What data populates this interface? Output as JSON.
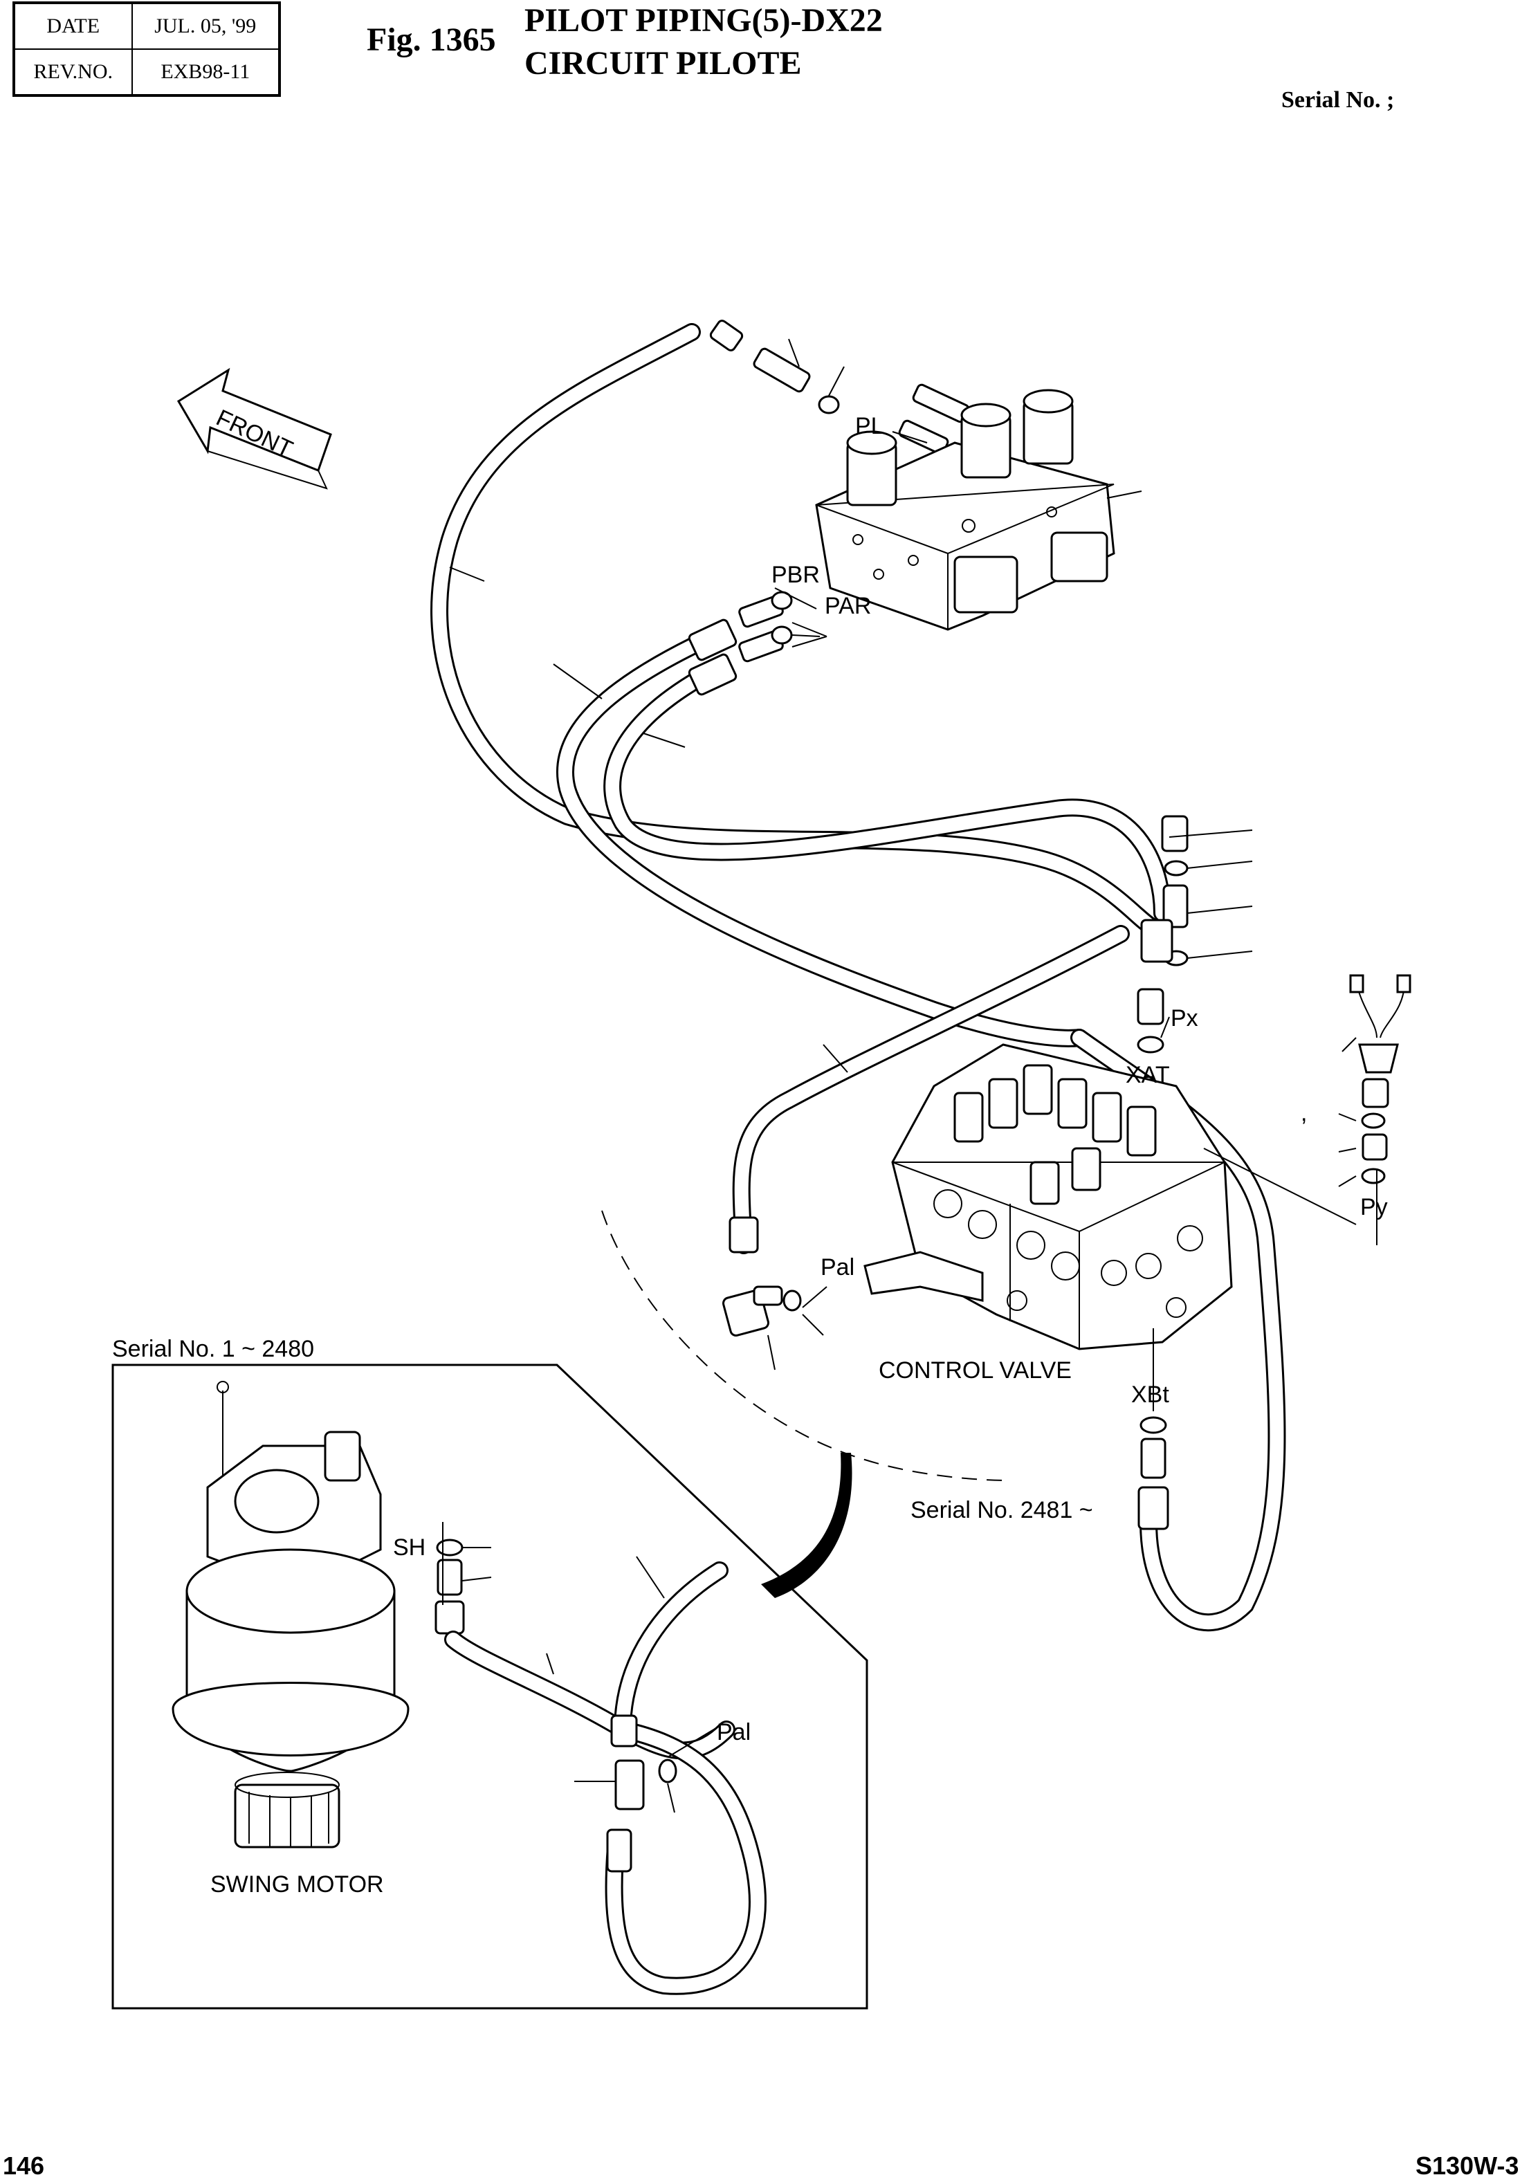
{
  "header": {
    "date_label": "DATE",
    "date_value": "JUL. 05, '99",
    "rev_label": "REV.NO.",
    "rev_value": "EXB98-11",
    "fig_number": "Fig. 1365",
    "title_en": "PILOT PIPING(5)-DX22",
    "title_fr": "CIRCUIT PILOTE",
    "serial": "Serial No. ;"
  },
  "footer": {
    "page_number": "146",
    "model_code": "S130W-3"
  },
  "diagram": {
    "front_arrow": "FRONT",
    "port_labels": {
      "pl": "PL",
      "pbr": "PBR",
      "par": "PAR",
      "px": "Px",
      "xat": "XAT",
      "py": "Py",
      "pal_main": "Pal",
      "xbt": "XBt",
      "sh": "SH",
      "pal_inset": "Pal"
    },
    "component_labels": {
      "control_valve": "CONTROL VALVE",
      "swing_motor": "SWING MOTOR"
    },
    "serial_ranges": {
      "inset": "Serial No. 1 ~ 2480",
      "main": "Serial No. 2481 ~"
    },
    "comma_mark": ","
  }
}
